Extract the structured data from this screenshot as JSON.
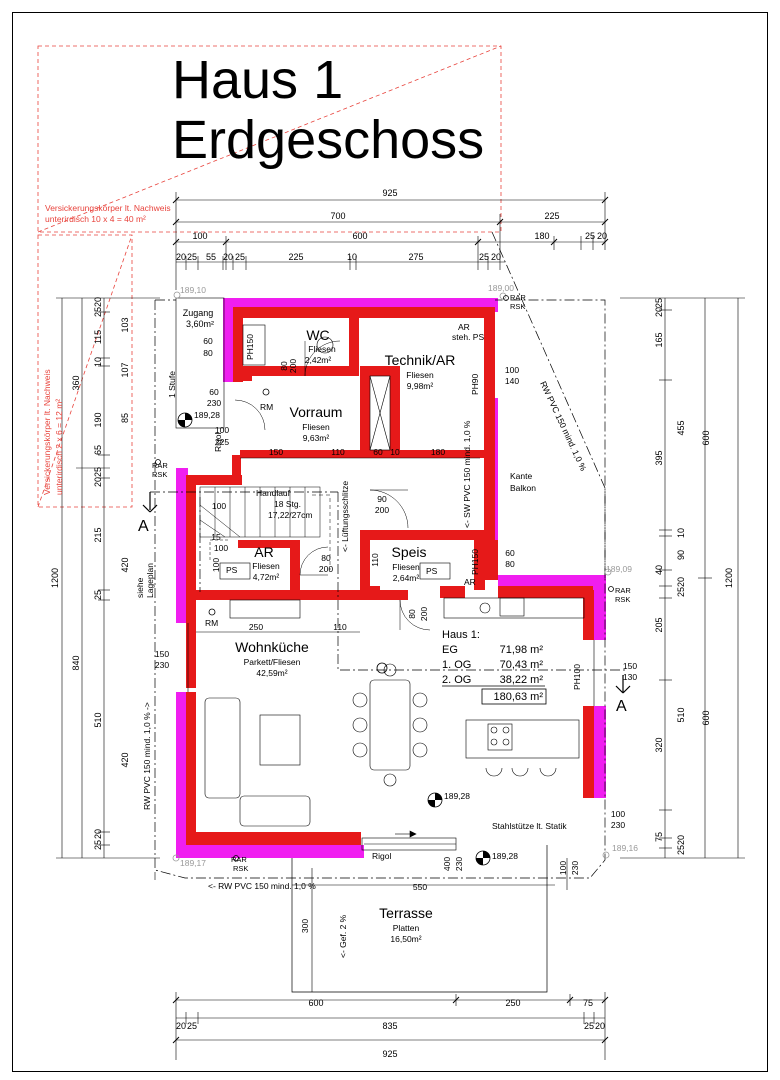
{
  "title": {
    "line1": "Haus 1",
    "line2": "Erdgeschoss"
  },
  "dims_top": {
    "total": "925",
    "d700": "700",
    "d225": "225",
    "d100": "100",
    "d600": "600",
    "d180": "180",
    "d25a": "25",
    "d20a": "20",
    "s20": "20",
    "s25": "25",
    "s55": "55",
    "s20b": "20",
    "s25b": "25",
    "s225": "225",
    "s10": "10",
    "s275": "275",
    "s25c": "25",
    "s20c": "20"
  },
  "dims_bottom": {
    "d600": "600",
    "d250": "250",
    "d75": "75",
    "d20": "20",
    "d25": "25",
    "d835": "835",
    "d25b": "25",
    "d20b": "20",
    "total": "925"
  },
  "dims_left": {
    "total": "1200",
    "d360": "360",
    "d840": "840",
    "d20": "20",
    "d25": "25",
    "d115": "115",
    "d10": "10",
    "d190": "190",
    "d65": "65",
    "d25b": "25",
    "d20b": "20",
    "d215": "215",
    "d420": "420",
    "d25c": "25",
    "d510": "510",
    "d420b": "420",
    "d20c": "20",
    "d25d": "25",
    "s103": "103",
    "s107": "107",
    "s85": "85"
  },
  "dims_right": {
    "total": "1200",
    "d600a": "600",
    "d600b": "600",
    "d25": "25",
    "d20": "20",
    "d165": "165",
    "d455": "455",
    "d395": "395",
    "d10": "10",
    "d90": "90",
    "d40": "40",
    "d20b": "20",
    "d25b": "25",
    "d205": "205",
    "d510": "510",
    "d320": "320",
    "d75": "75",
    "d20c": "20",
    "d25c": "25"
  },
  "rooms": {
    "zugang": {
      "name": "Zugang",
      "area": "3,60m²"
    },
    "wc": {
      "name": "WC",
      "floor": "Fliesen",
      "area": "2,42m²"
    },
    "technik": {
      "name": "Technik/AR",
      "floor": "Fliesen",
      "area": "9,98m²"
    },
    "vorraum": {
      "name": "Vorraum",
      "floor": "Fliesen",
      "area": "9,63m²"
    },
    "ar": {
      "name": "AR",
      "floor": "Fliesen",
      "area": "4,72m²"
    },
    "speis": {
      "name": "Speis",
      "floor": "Fliesen",
      "area": "2,64m²"
    },
    "wohnkueche": {
      "name": "Wohnküche",
      "floor": "Parkett/Fliesen",
      "area": "42,59m²"
    },
    "terrasse": {
      "name": "Terrasse",
      "floor": "Platten",
      "area": "16,50m²"
    }
  },
  "areas_table": {
    "title": "Haus 1:",
    "rows": [
      {
        "label": "EG",
        "value": "71,98 m²"
      },
      {
        "label": "1. OG",
        "value": "70,43 m²"
      },
      {
        "label": "2. OG",
        "value": "38,22 m²"
      }
    ],
    "total": "180,63 m²"
  },
  "elevations": {
    "e1": "189,10",
    "e2": "189,00",
    "e3": "189,28",
    "e4": "189,09",
    "e5": "189,28",
    "e6": "189,28",
    "e7": "189,17",
    "e8": "189,16"
  },
  "annotations": {
    "versickerung1_l1": "Versickerungskörper lt. Nachweis",
    "versickerung1_l2": "unterirdisch 10 x 4 = 40 m²",
    "versickerung2_l1": "Versickerungskörper lt. Nachweis",
    "versickerung2_l2": "unterirdisch 2 x 6 = 12 m²",
    "stufe": "1 Stufe",
    "rigol1": "Rigol",
    "rigol2": "Rigol",
    "rm1": "RM",
    "rm2": "RM",
    "rar": "RAR",
    "rsk": "RSK",
    "ar_steh_l1": "AR",
    "ar_steh_l2": "steh. PS",
    "ph90": "PH90",
    "ph150a": "PH150",
    "ph150b": "PH150",
    "ph100": "PH100",
    "sw_pvc": "<- SW PVC 150 mind. 1,0 %",
    "rw_pvc_diag": "RW PVC 150 mind. 1,0 %",
    "rw_pvc_left": "RW PVC 150 mind. 1,0 % ->",
    "rw_pvc_bottom": "<- RW PVC 150 mind. 1,0 %",
    "lueftung": "<- Lüftungsschlitze",
    "handlauf": "Handlauf",
    "stg_l1": "18 Stg.",
    "stg_l2": "17,22/27cm",
    "kante_l1": "Kante",
    "kante_l2": "Balkon",
    "siehe_l1": "siehe",
    "siehe_l2": "Lageplan",
    "ps1": "PS",
    "ps2": "PS",
    "ar_small": "AR",
    "stahl": "Stahlstütze lt. Statik",
    "gef": "<- Gef. 2 %",
    "section_a": "A"
  },
  "openings": {
    "o_60_80": [
      "60",
      "80"
    ],
    "o_80_200_wc": [
      "80",
      "200"
    ],
    "o_60_230": [
      "60",
      "230"
    ],
    "o_100_225": [
      "100",
      "225"
    ],
    "o_100_140": [
      "100",
      "140"
    ],
    "o_90_200": [
      "90",
      "200"
    ],
    "o_80_200_ar": [
      "80",
      "200"
    ],
    "o_60_80_b": [
      "60",
      "80"
    ],
    "o_110": "110",
    "o_80_200_sp": [
      "80",
      "200"
    ],
    "o_150_230_l": [
      "150",
      "230"
    ],
    "o_150_130_r": [
      "150",
      "130"
    ],
    "o_100_230": [
      "100",
      "230"
    ],
    "o_400_230": [
      "400",
      "230"
    ],
    "o_100_230_b": [
      "100",
      "230"
    ],
    "o_300": "300",
    "w150": "150",
    "w110": "110",
    "w60": "60",
    "w10": "10",
    "w180": "180",
    "w250": "250",
    "w110b": "110",
    "w550": "550",
    "ar_100": "100",
    "ar_15": "15",
    "ar_100b": "100",
    "ar_100c": "100"
  }
}
